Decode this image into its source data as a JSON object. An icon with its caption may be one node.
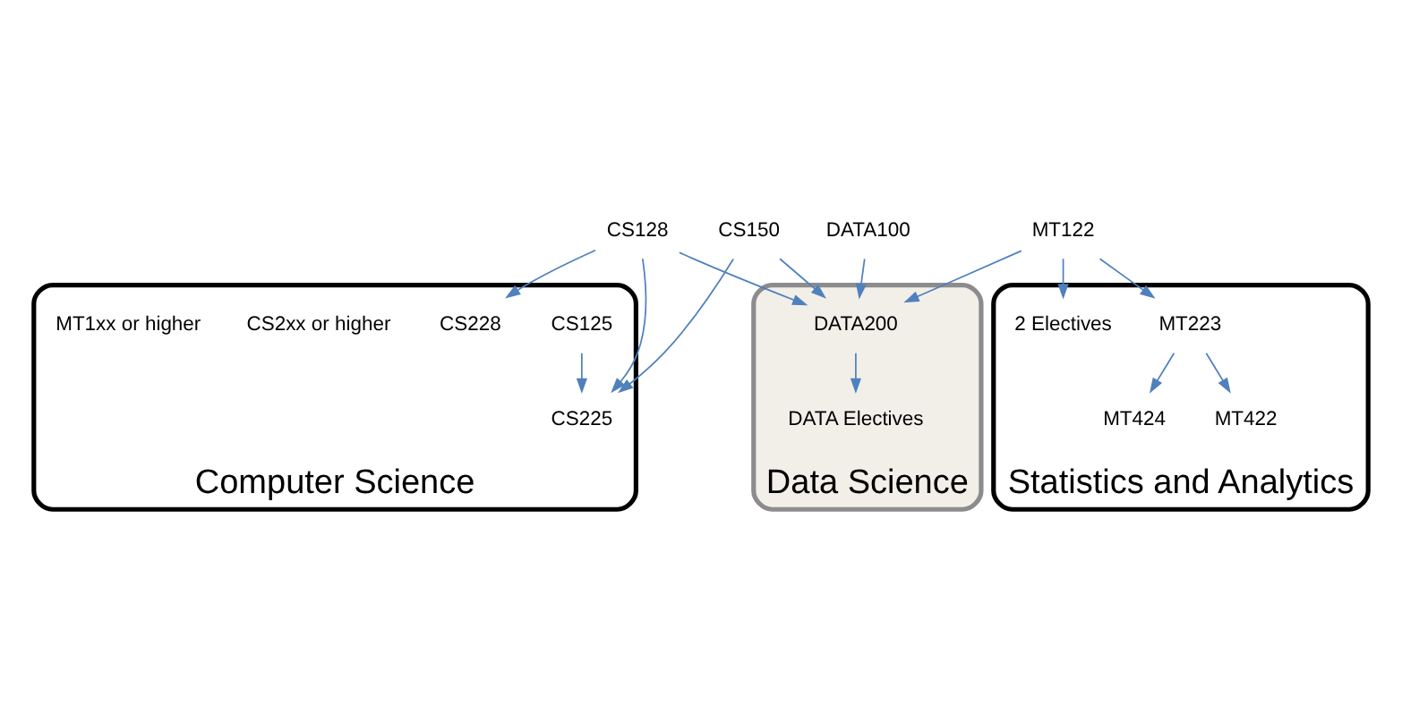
{
  "diagram": {
    "nodes": [
      {
        "text": [
          "Computer Science"
        ]
      },
      {
        "text": [
          "Data Science"
        ]
      },
      {
        "text": [
          "Statistics and Analytics"
        ]
      },
      {
        "text": [
          "CS128"
        ]
      },
      {
        "text": [
          "CS125"
        ],
        "in": 0
      },
      {
        "text": [
          "CS150"
        ]
      },
      {
        "text": [
          "CS228"
        ],
        "in": 0
      },
      {
        "text": [
          "CS225"
        ],
        "in": 0
      },
      {
        "text": [
          "CS2xx or higher"
        ],
        "in": 0
      },
      {
        "text": [
          "MT1xx or higher"
        ],
        "in": 0
      },
      {
        "text": [
          "DATA200"
        ],
        "in": 1
      },
      {
        "text": [
          "DATA Electives"
        ],
        "in": 1
      },
      {
        "text": [
          "MT122"
        ]
      },
      {
        "text": [
          "DATA100"
        ]
      },
      {
        "text": [
          "MT223"
        ],
        "in": 2
      },
      {
        "text": [
          "MT424"
        ],
        "in": 2
      },
      {
        "text": [
          "MT422"
        ],
        "in": 2
      },
      {
        "text": [
          "2 Electives"
        ],
        "in": 2
      }
    ],
    "edges": [
      {
        "from": 3,
        "to": 6,
        "arrow": "to"
      },
      {
        "from": 3,
        "to": 7,
        "arrow": "to"
      },
      {
        "from": 3,
        "to": 10,
        "arrow": "to"
      },
      {
        "from": 4,
        "to": 7,
        "arrow": "to"
      },
      {
        "from": 5,
        "to": 7,
        "arrow": "to"
      },
      {
        "from": 5,
        "to": 10,
        "arrow": "to"
      },
      {
        "from": 12,
        "to": 10,
        "arrow": "to"
      },
      {
        "from": 13,
        "to": 10,
        "arrow": "to"
      },
      {
        "from": 10,
        "to": 11,
        "arrow": "to"
      },
      {
        "from": 12,
        "to": 14,
        "arrow": "to"
      },
      {
        "from": 12,
        "to": 17,
        "arrow": "to"
      },
      {
        "from": 14,
        "to": 15,
        "arrow": "to"
      },
      {
        "from": 14,
        "to": 16,
        "arrow": "to"
      }
    ]
  }
}
